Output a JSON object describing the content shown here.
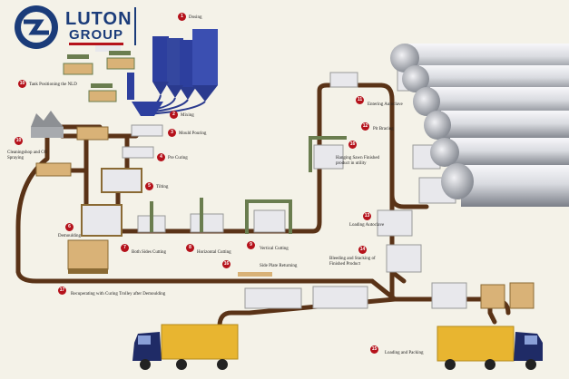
{
  "brand": {
    "line1": "LUTON",
    "line2": "GROUP",
    "colors": {
      "primary": "#1b3c7a",
      "accent": "#b5121b"
    }
  },
  "colors": {
    "belt": "#5a3317",
    "silo": "#2d3f9e",
    "pipe_light": "#e6e6ea",
    "pipe_dark": "#7b7f88",
    "truck_cab": "#1f2b66",
    "cargo": "#e8b530",
    "block": "#e8e8ec",
    "crate": "#d9b277",
    "mold": "#6a7d4f"
  },
  "steps": [
    {
      "num": "1",
      "label": "Dosing"
    },
    {
      "num": "2",
      "label": "Mixing"
    },
    {
      "num": "3",
      "label": "Mould Pouring"
    },
    {
      "num": "4",
      "label": "Pre Curing"
    },
    {
      "num": "5",
      "label": "Tilting"
    },
    {
      "num": "6",
      "label": "Demoulding"
    },
    {
      "num": "7",
      "label": "Both Sides Cutting"
    },
    {
      "num": "8",
      "label": "Horizontal Cutting"
    },
    {
      "num": "9",
      "label": "Vertical Cutting"
    },
    {
      "num": "10",
      "label": "Tank Positioning the NLD"
    },
    {
      "num": "10",
      "label": "Cleaningshop and CO Spraying"
    },
    {
      "num": "11",
      "label": "Entering Autoclave"
    },
    {
      "num": "12",
      "label": "Pit Bracing"
    },
    {
      "num": "13",
      "label": "Loading Autoclave"
    },
    {
      "num": "14",
      "label": "Bleeding and Stacking of Finished Product"
    },
    {
      "num": "15",
      "label": "Loading and Packing"
    },
    {
      "num": "16",
      "label": "Hanging Sawn Finished product in utility"
    },
    {
      "num": "16",
      "label": "Side Plate Returning"
    },
    {
      "num": "17",
      "label": "Recuperating with Curing Trolley after Demoulding"
    }
  ]
}
